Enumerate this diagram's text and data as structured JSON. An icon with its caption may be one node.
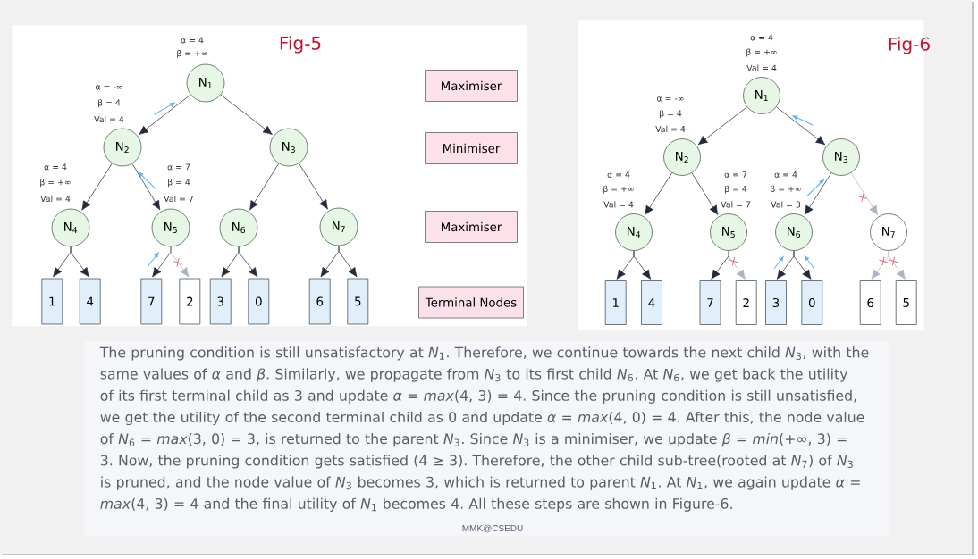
{
  "diagram": {
    "nodes": [
      {
        "text": [
          "Fig-5"
        ]
      },
      {
        "text": [
          "N$_{1}$"
        ],
        "in": 0,
        "beside": [
          "α = 4",
          "β = +∞"
        ]
      },
      {
        "text": [
          "N$_{2}$"
        ],
        "in": 0,
        "beside": [
          "α = -∞",
          "β = 4",
          "Val = 4"
        ]
      },
      {
        "text": [
          "N$_{3}$"
        ],
        "in": 0
      },
      {
        "text": [
          "N$_{4}$"
        ],
        "in": 0,
        "beside": [
          "α = 4",
          "β = +∞",
          "Val = 4"
        ]
      },
      {
        "text": [
          "N$_{5}$"
        ],
        "in": 0,
        "beside": [
          "α = 7",
          "β = 4",
          "Val = 7"
        ]
      },
      {
        "text": [
          "N$_{6}$"
        ],
        "in": 0
      },
      {
        "text": [
          "N$_{7}$"
        ],
        "in": 0
      },
      {
        "text": [
          "1"
        ],
        "in": 0
      },
      {
        "text": [
          "4"
        ],
        "in": 0
      },
      {
        "text": [
          "7"
        ],
        "in": 0
      },
      {
        "text": [
          "2"
        ],
        "in": 0
      },
      {
        "text": [
          "3"
        ],
        "in": 0
      },
      {
        "text": [
          "0"
        ],
        "in": 0
      },
      {
        "text": [
          "6"
        ],
        "in": 0
      },
      {
        "text": [
          "5"
        ],
        "in": 0
      },
      {
        "text": [
          "Maximiser"
        ],
        "in": 0
      },
      {
        "text": [
          "Minimiser"
        ],
        "in": 0
      },
      {
        "text": [
          "Maximiser"
        ],
        "in": 0
      },
      {
        "text": [
          "Terminal Nodes"
        ],
        "in": 0
      },
      {
        "text": [
          "Fig-6"
        ]
      },
      {
        "text": [
          "N$_{1}$"
        ],
        "in": 20,
        "beside": [
          "α = 4",
          "β = +∞",
          "Val = 4"
        ]
      },
      {
        "text": [
          "N$_{2}$"
        ],
        "in": 20,
        "beside": [
          "α = -∞",
          "β = 4",
          "Val = 4"
        ]
      },
      {
        "text": [
          "N$_{3}$"
        ],
        "in": 20
      },
      {
        "text": [
          "N$_{4}$"
        ],
        "in": 20,
        "beside": [
          "α = 4",
          "β = +∞",
          "Val = 4"
        ]
      },
      {
        "text": [
          "N$_{5}$"
        ],
        "in": 20,
        "beside": [
          "α = 7",
          "β = 4",
          "Val = 7"
        ]
      },
      {
        "text": [
          "N$_{6}$"
        ],
        "in": 20,
        "beside": [
          "α = 4",
          "β = +∞",
          "Val = 3"
        ]
      },
      {
        "text": [
          "N$_{7}$"
        ],
        "in": 20
      },
      {
        "text": [
          "1"
        ],
        "in": 20
      },
      {
        "text": [
          "4"
        ],
        "in": 20
      },
      {
        "text": [
          "7"
        ],
        "in": 20
      },
      {
        "text": [
          "2"
        ],
        "in": 20
      },
      {
        "text": [
          "3"
        ],
        "in": 20
      },
      {
        "text": [
          "0"
        ],
        "in": 20
      },
      {
        "text": [
          "6"
        ],
        "in": 20
      },
      {
        "text": [
          "5"
        ],
        "in": 20
      },
      {
        "text": [
          "The pruning condition is still unsatisfactory at *N*$_{1}$. Therefore, we continue towards the next child *N*$_{3}$, with the same values of *α* and *β*. Similarly, we propagate from *N*$_{3}$ to its first child *N*$_{6}$. At *N*$_{6}$, we get back the utility of its first terminal child as 3 and update *α* = *max*(4, 3) = 4. Since the pruning condition is still unsatisfied, we get the utility of the second terminal child as 0 and update *α* = *max*(4, 0) = 4. After this, the node value of *N*$_{6}$ = *max*(3, 0) = 3, is returned to the parent *N*$_{3}$. Since *N*$_{3}$ is a minimiser, we update *β* = *min*(+∞, 3) = 3. Now, the pruning condition gets satisfied (4 ≥ 3). Therefore, the other child sub-tree(rooted at *N*$_{7}$) of *N*$_{3}$ is pruned, and the node value of *N*$_{3}$ becomes 3, which is returned to parent *N*$_{1}$. At *N*$_{1}$, we again update *α* = *max*(4, 3) = 4 and the final utility of *N*$_{1}$ becomes 4. All these steps are shown in Figure-6.",
          "MMK@CSEDU"
        ]
      }
    ],
    "edges": [
      {
        "from": 1,
        "to": 2,
        "arrow": "to"
      },
      {
        "from": 1,
        "to": 3,
        "arrow": "to"
      },
      {
        "from": 2,
        "to": 4,
        "arrow": "to"
      },
      {
        "from": 2,
        "to": 5,
        "arrow": "to"
      },
      {
        "from": 3,
        "to": 6,
        "arrow": "to"
      },
      {
        "from": 3,
        "to": 7,
        "arrow": "to"
      },
      {
        "from": 4,
        "to": 8,
        "arrow": "to"
      },
      {
        "from": 4,
        "to": 9,
        "arrow": "to"
      },
      {
        "from": 5,
        "to": 10,
        "arrow": "to"
      },
      {
        "from": 5,
        "to": 11,
        "arrow": "to",
        "color": "#a9b4c5"
      },
      {
        "from": 6,
        "to": 12,
        "arrow": "to"
      },
      {
        "from": 6,
        "to": 13,
        "arrow": "to"
      },
      {
        "from": 7,
        "to": 14,
        "arrow": "to"
      },
      {
        "from": 7,
        "to": 15,
        "arrow": "to"
      },
      {
        "from": 21,
        "to": 22,
        "arrow": "to"
      },
      {
        "from": 21,
        "to": 23,
        "arrow": "to"
      },
      {
        "from": 22,
        "to": 24,
        "arrow": "to"
      },
      {
        "from": 22,
        "to": 25,
        "arrow": "to"
      },
      {
        "from": 23,
        "to": 26,
        "arrow": "to"
      },
      {
        "from": 23,
        "to": 27,
        "arrow": "to",
        "color": "#a9b4c5"
      },
      {
        "from": 24,
        "to": 28,
        "arrow": "to"
      },
      {
        "from": 24,
        "to": 29,
        "arrow": "to"
      },
      {
        "from": 25,
        "to": 30,
        "arrow": "to"
      },
      {
        "from": 25,
        "to": 31,
        "arrow": "to",
        "color": "#a9b4c5"
      },
      {
        "from": 26,
        "to": 32,
        "arrow": "to"
      },
      {
        "from": 26,
        "to": 33,
        "arrow": "to"
      },
      {
        "from": 27,
        "to": 34,
        "arrow": "to",
        "color": "#a9b4c5"
      },
      {
        "from": 27,
        "to": 35,
        "arrow": "to",
        "color": "#a9b4c5"
      }
    ]
  }
}
